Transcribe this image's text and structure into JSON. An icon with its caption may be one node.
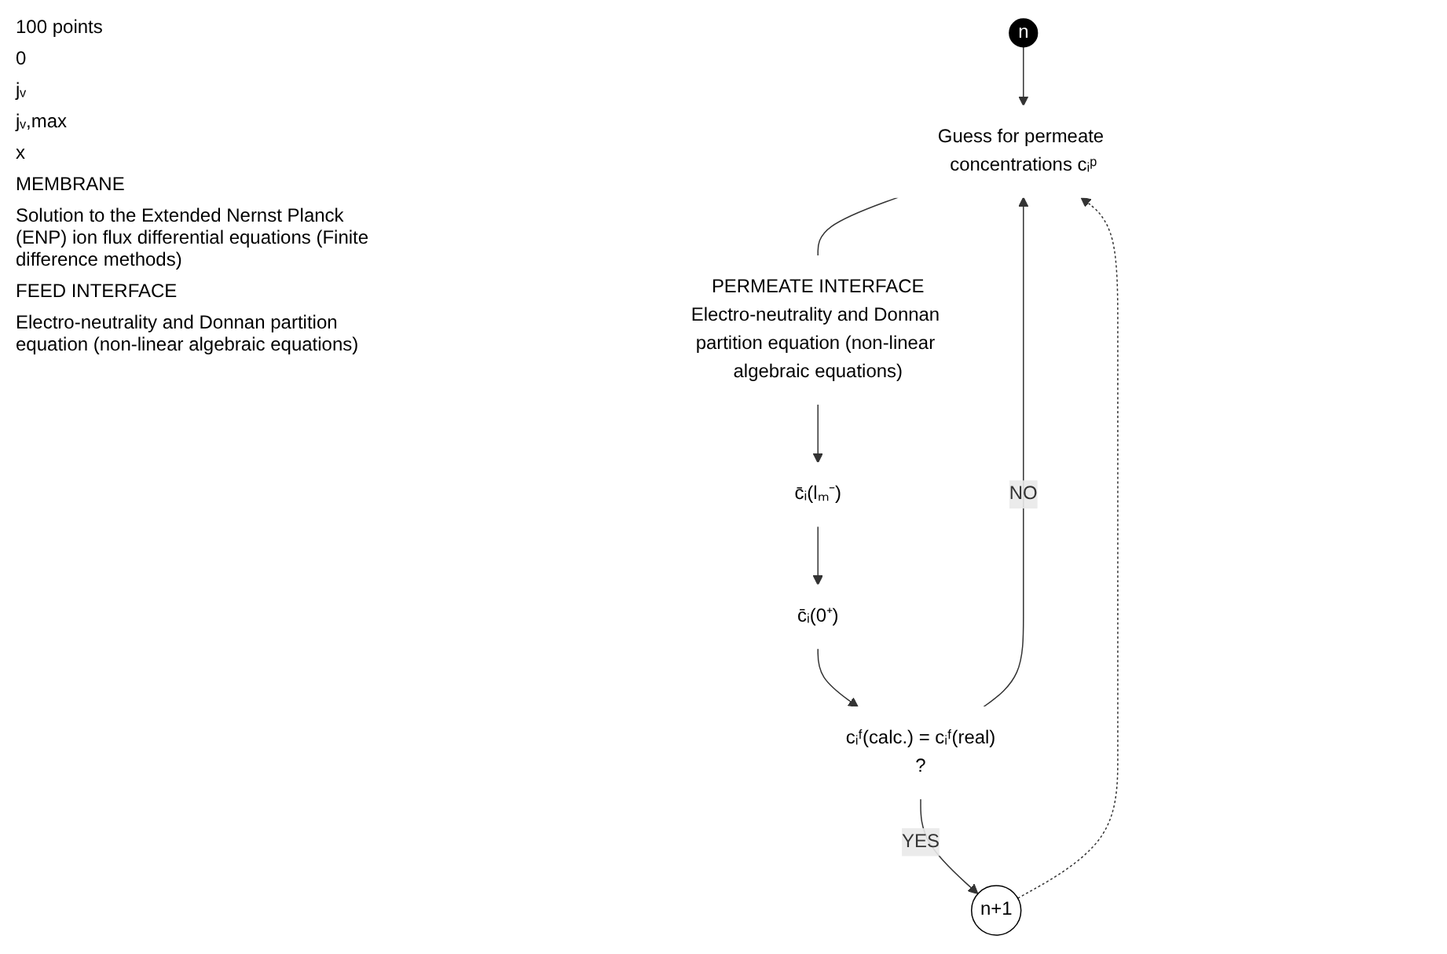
{
  "diagram": {
    "nodes": [
      {
        "text": [
          "n"
        ]
      },
      {
        "text": [
          "n+1"
        ]
      },
      {
        "text": [
          "Guess for permeate concentrations cᵢᵖ"
        ]
      },
      {
        "text": [
          "PERMEATE INTERFACE",
          "Electro-neutrality and Donnan partition equation (non-linear algebraic equations)"
        ]
      },
      {
        "text": [
          "c̄ᵢ(lₘ⁻)"
        ]
      },
      {
        "text": [
          "c̄ᵢ(0⁺)"
        ]
      },
      {
        "text": [
          "cᵢᶠ(calc.) = cᵢᶠ(real)",
          "?"
        ]
      }
    ],
    "edges": [
      {
        "from": 0,
        "to": 2,
        "arrow": "to"
      },
      {
        "from": 1,
        "to": 2,
        "arrow": "to",
        "style": "dashed"
      },
      {
        "from": 2,
        "to": 3,
        "arrow": "none"
      },
      {
        "from": 3,
        "to": 4,
        "arrow": "to"
      },
      {
        "from": 4,
        "to": 5,
        "arrow": "to"
      },
      {
        "from": 5,
        "to": 6,
        "arrow": "to"
      },
      {
        "from": 6,
        "to": 2,
        "arrow": "to",
        "label": "NO"
      },
      {
        "from": 6,
        "to": 1,
        "arrow": "to",
        "label": "YES"
      }
    ],
    "labels": [
      "100 points",
      "0",
      "jᵥ",
      "jᵥ,max",
      "x",
      "MEMBRANE",
      "Solution to the Extended Nernst Planck (ENP) ion flux differential equations (Finite difference methods)",
      "FEED INTERFACE",
      "Electro-neutrality and Donnan partition equation (non-linear algebraic equations)"
    ]
  }
}
